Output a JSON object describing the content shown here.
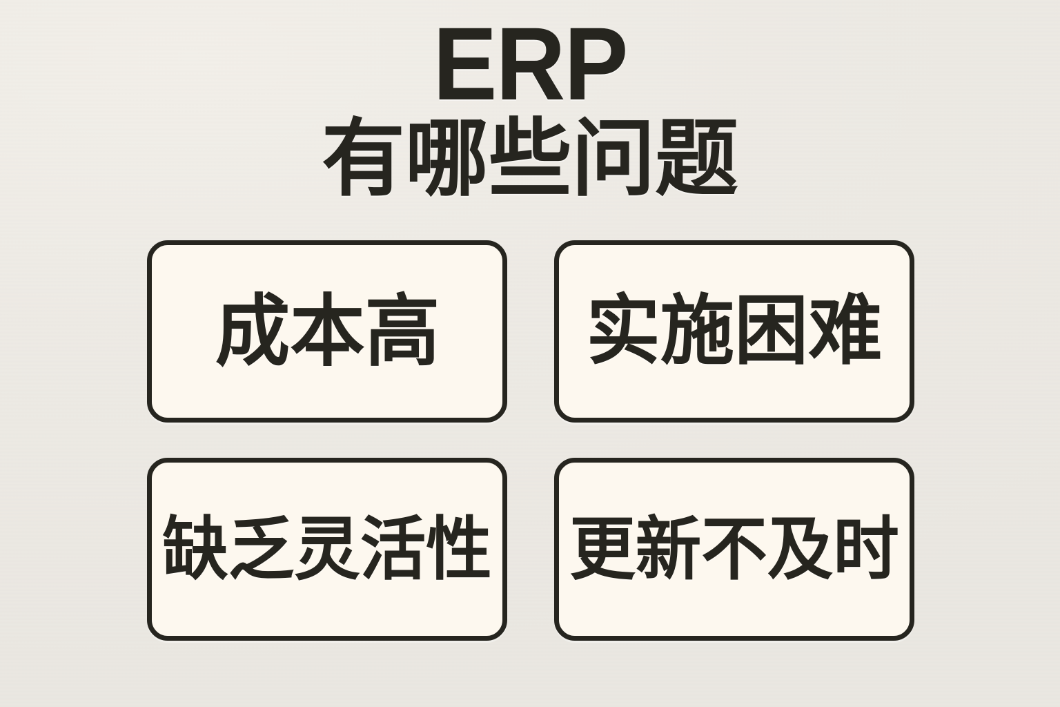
{
  "poster": {
    "background_color": "#edeae4",
    "ink_color": "#26251f",
    "card_fill_color": "#fdf8ef"
  },
  "heading": {
    "title": "ERP",
    "subtitle": "有哪些问题"
  },
  "cards": [
    {
      "label": "成本高",
      "length": 3
    },
    {
      "label": "实施困难",
      "length": 4
    },
    {
      "label": "缺乏灵活性",
      "length": 5
    },
    {
      "label": "更新不及时",
      "length": 5
    }
  ]
}
